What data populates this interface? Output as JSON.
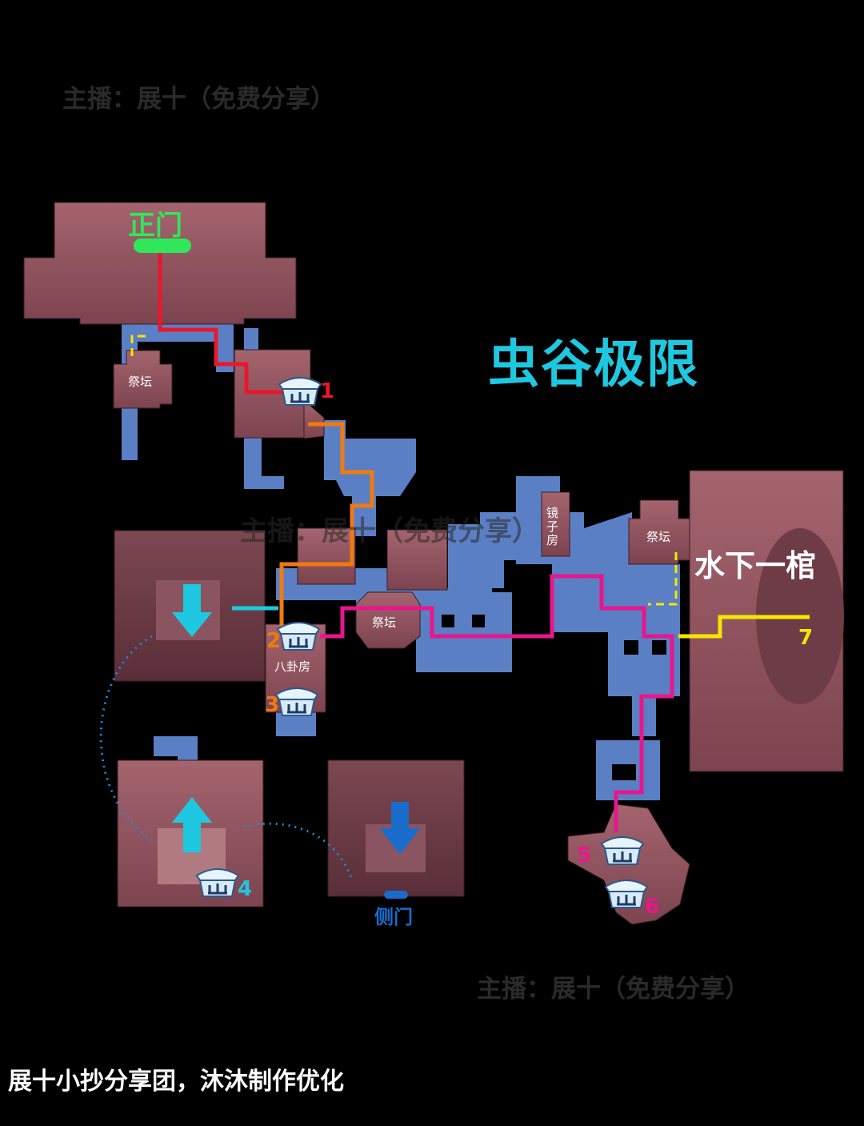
{
  "watermarks": {
    "top": "主播：展十（免费分享）",
    "bottom": "主播：展十（免费分享）",
    "middle": "主播：展十（免费分享）"
  },
  "map_title": "虫谷极限",
  "credit": "展十小抄分享团，沐沐制作优化",
  "entrances": {
    "main": "正门",
    "side": "侧门"
  },
  "rooms": {
    "altar_1": "祭坛",
    "altar_2": "祭坛",
    "altar_3": "祭坛",
    "mirror_room": "镜子房",
    "bagua_room": "八卦房",
    "underwater_coffin": "水下一棺"
  },
  "markers": [
    {
      "number": "1",
      "color": "#e8182a"
    },
    {
      "number": "2",
      "color": "#f07a10"
    },
    {
      "number": "3",
      "color": "#f07a10"
    },
    {
      "number": "4",
      "color": "#1ec8e0"
    },
    {
      "number": "5",
      "color": "#e8168c"
    },
    {
      "number": "6",
      "color": "#e8168c"
    },
    {
      "number": "7",
      "color": "#f5e600"
    }
  ],
  "colors": {
    "room_fill": "#9a5a64",
    "corridor_fill": "#5b7fc4",
    "route_red": "#e8182a",
    "route_orange": "#f07a10",
    "route_magenta": "#e8168c",
    "route_yellow": "#f5e600",
    "route_cyan": "#1ec8e0",
    "main_entrance": "#2ee85a",
    "side_entrance": "#1a6ccc"
  }
}
